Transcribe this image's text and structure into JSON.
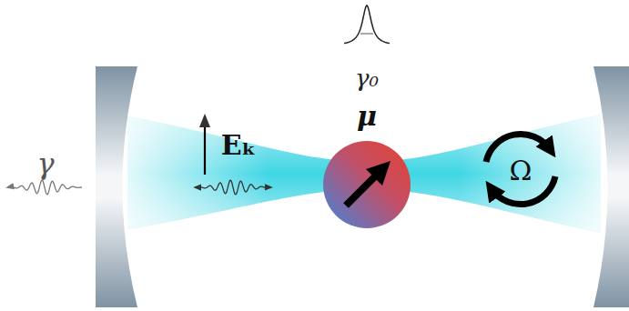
{
  "diagram": {
    "labels": [
      "γ",
      "γ₀",
      "Eₖ",
      "μ",
      "Ω"
    ]
  }
}
